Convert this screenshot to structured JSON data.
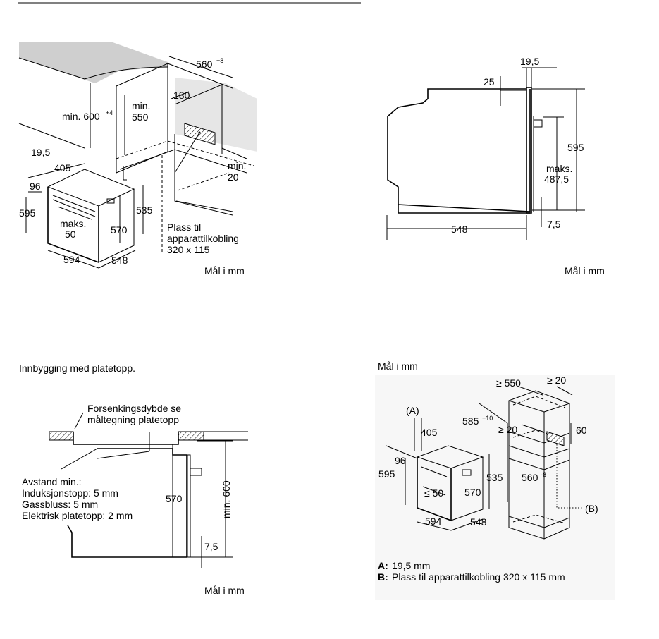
{
  "panel_tl": {
    "dims": {
      "depth_top": "560",
      "depth_top_sup": "+8",
      "front_gap": "180",
      "min600": "min. 600",
      "min600_sup": "+4",
      "min550_a": "min.",
      "min550_b": "550",
      "d195": "19,5",
      "d405": "405",
      "d96": "96",
      "d595": "595",
      "d535": "535",
      "maks_a": "maks.",
      "maks_b": "50",
      "d570": "570",
      "d594": "594",
      "d548": "548",
      "min20_a": "min.",
      "min20_b": "20"
    },
    "note": [
      "Plass til",
      "apparattilkobling",
      "320 x 115"
    ],
    "units": "Mål i mm"
  },
  "panel_tr": {
    "dims": {
      "d195": "19,5",
      "d25": "25",
      "d595": "595",
      "maks_a": "maks.",
      "maks_b": "487,5",
      "d548": "548",
      "d75": "7,5"
    },
    "units": "Mål i mm"
  },
  "panel_bl": {
    "heading": "Innbygging med platetopp.",
    "callout": [
      "Forsenkingsdybde se",
      "måltegning platetopp"
    ],
    "distance": [
      "Avstand min.:",
      "Induksjonstopp: 5 mm",
      "Gassbluss: 5 mm",
      "Elektrisk platetopp: 2 mm"
    ],
    "dims": {
      "d570": "570",
      "min600": "min. 600",
      "d75": "7,5"
    },
    "units": "Mål i mm"
  },
  "panel_br": {
    "units": "Mål i mm",
    "dims": {
      "ge550": "≥ 550",
      "ge20_top": "≥ 20",
      "a_label": "(A)",
      "d405": "405",
      "d585": "585",
      "d585_sup": "+10",
      "ge20_mid": "≥ 20",
      "d60": "60",
      "d96": "96",
      "d595": "595",
      "le50": "≤ 50",
      "d570": "570",
      "d535": "535",
      "d560": "560",
      "d560_sup": "-8",
      "b_label": "(B)",
      "d594": "594",
      "d548": "548"
    },
    "legend": {
      "a_key": "A:",
      "a_text": "19,5 mm",
      "b_key": "B:",
      "b_text": "Plass til apparattilkobling 320 x 115 mm"
    }
  }
}
